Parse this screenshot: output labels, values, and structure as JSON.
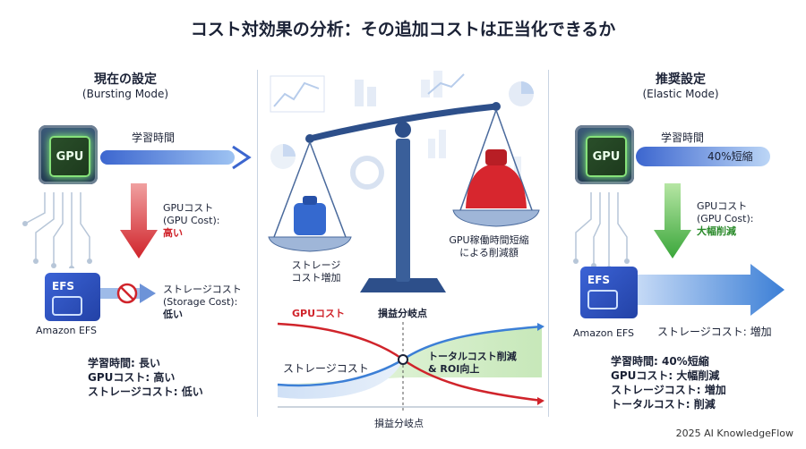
{
  "title": "コスト対効果の分析：その追加コストは正当化できるか",
  "left": {
    "heading": "現在の設定",
    "mode": "(Bursting Mode)",
    "chip": "GPU",
    "bar_label": "学習時間",
    "gpu_cost_label": "GPUコスト",
    "gpu_cost_en": "(GPU Cost):",
    "gpu_cost_value": "高い",
    "storage_label": "ストレージコスト",
    "storage_en": "(Storage Cost):",
    "storage_value": "低い",
    "efs": "EFS",
    "efs_caption": "Amazon EFS",
    "summary": [
      "学習時間: 長い",
      "GPUコスト: 高い",
      "ストレージコスト: 低い"
    ]
  },
  "center": {
    "pan_left_label": [
      "ストレージ",
      "コスト増加"
    ],
    "pan_right_label": [
      "GPU稼働時間短縮",
      "による削減額"
    ],
    "curve_gpu_label": "GPUコスト",
    "breakeven_top": "損益分岐点",
    "curve_storage_label": "ストレージコスト",
    "curve_total_label": [
      "トータルコスト削減",
      "& ROI向上"
    ],
    "breakeven_bottom": "損益分岐点"
  },
  "right": {
    "heading": "推奨設定",
    "mode": "(Elastic Mode)",
    "chip": "GPU",
    "bar_label": "学習時間",
    "bar_value": "40%短縮",
    "gpu_cost_label": "GPUコスト",
    "gpu_cost_en": "(GPU Cost):",
    "gpu_cost_value": "大幅削減",
    "efs": "EFS",
    "efs_caption": "Amazon EFS",
    "storage_line": "ストレージコスト: 増加",
    "summary": [
      "学習時間: 40%短縮",
      "GPUコスト: 大幅削減",
      "ストレージコスト: 増加",
      "トータルコスト: 削減"
    ]
  },
  "footer": "2025 AI KnowledgeFlow",
  "colors": {
    "red": "#d0242b",
    "green": "#2a8a2a",
    "blue": "#2f6bd8"
  }
}
